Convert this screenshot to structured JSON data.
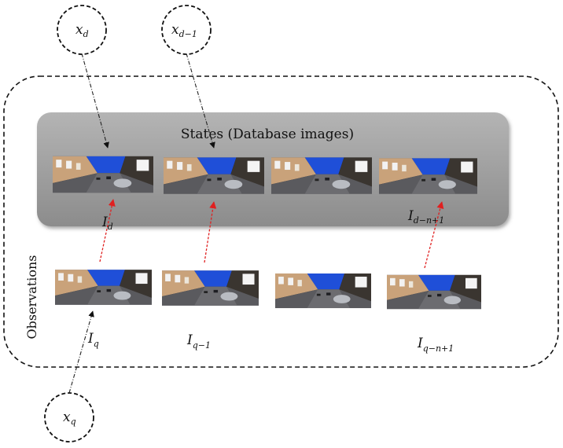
{
  "states_title": "States (Database images)",
  "observations_label": "Observations",
  "nodes": {
    "xd": {
      "base": "x",
      "sub": "d"
    },
    "xd1": {
      "base": "x",
      "sub": "d−1"
    },
    "xq": {
      "base": "x",
      "sub": "q"
    }
  },
  "db_labels": {
    "first": {
      "base": "I",
      "sub": "d"
    },
    "last": {
      "base": "I",
      "sub": "d−n+1"
    }
  },
  "query_labels": {
    "first": {
      "base": "I",
      "sub": "q"
    },
    "second": {
      "base": "I",
      "sub": "q−1"
    },
    "last": {
      "base": "I",
      "sub": "q−n+1"
    }
  },
  "colors": {
    "match_arrow": "#e02020",
    "link_arrow": "#222222",
    "states_panel": "#9a9a9a",
    "street_sky": "#1f4fd8"
  }
}
